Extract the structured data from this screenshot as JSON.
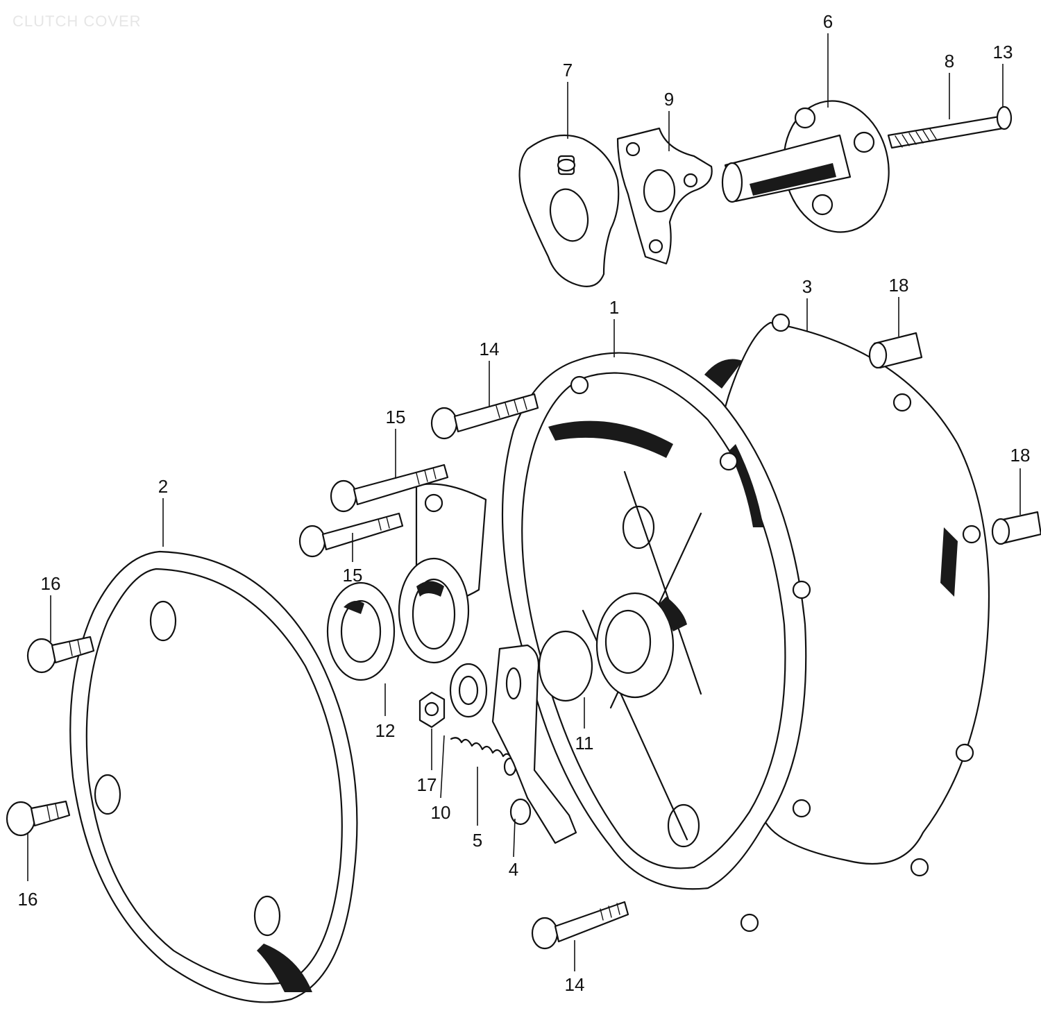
{
  "title": "CLUTCH COVER",
  "callouts": [
    {
      "id": "c6",
      "label": "6"
    },
    {
      "id": "c7",
      "label": "7"
    },
    {
      "id": "c8",
      "label": "8"
    },
    {
      "id": "c13",
      "label": "13"
    },
    {
      "id": "c9",
      "label": "9"
    },
    {
      "id": "c3",
      "label": "3"
    },
    {
      "id": "c18a",
      "label": "18"
    },
    {
      "id": "c1",
      "label": "1"
    },
    {
      "id": "c14a",
      "label": "14"
    },
    {
      "id": "c15a",
      "label": "15"
    },
    {
      "id": "c18b",
      "label": "18"
    },
    {
      "id": "c2",
      "label": "2"
    },
    {
      "id": "c15b",
      "label": "15"
    },
    {
      "id": "c16a",
      "label": "16"
    },
    {
      "id": "c12",
      "label": "12"
    },
    {
      "id": "c11",
      "label": "11"
    },
    {
      "id": "c17",
      "label": "17"
    },
    {
      "id": "c10",
      "label": "10"
    },
    {
      "id": "c5",
      "label": "5"
    },
    {
      "id": "c4",
      "label": "4"
    },
    {
      "id": "c16b",
      "label": "16"
    },
    {
      "id": "c14b",
      "label": "14"
    }
  ]
}
